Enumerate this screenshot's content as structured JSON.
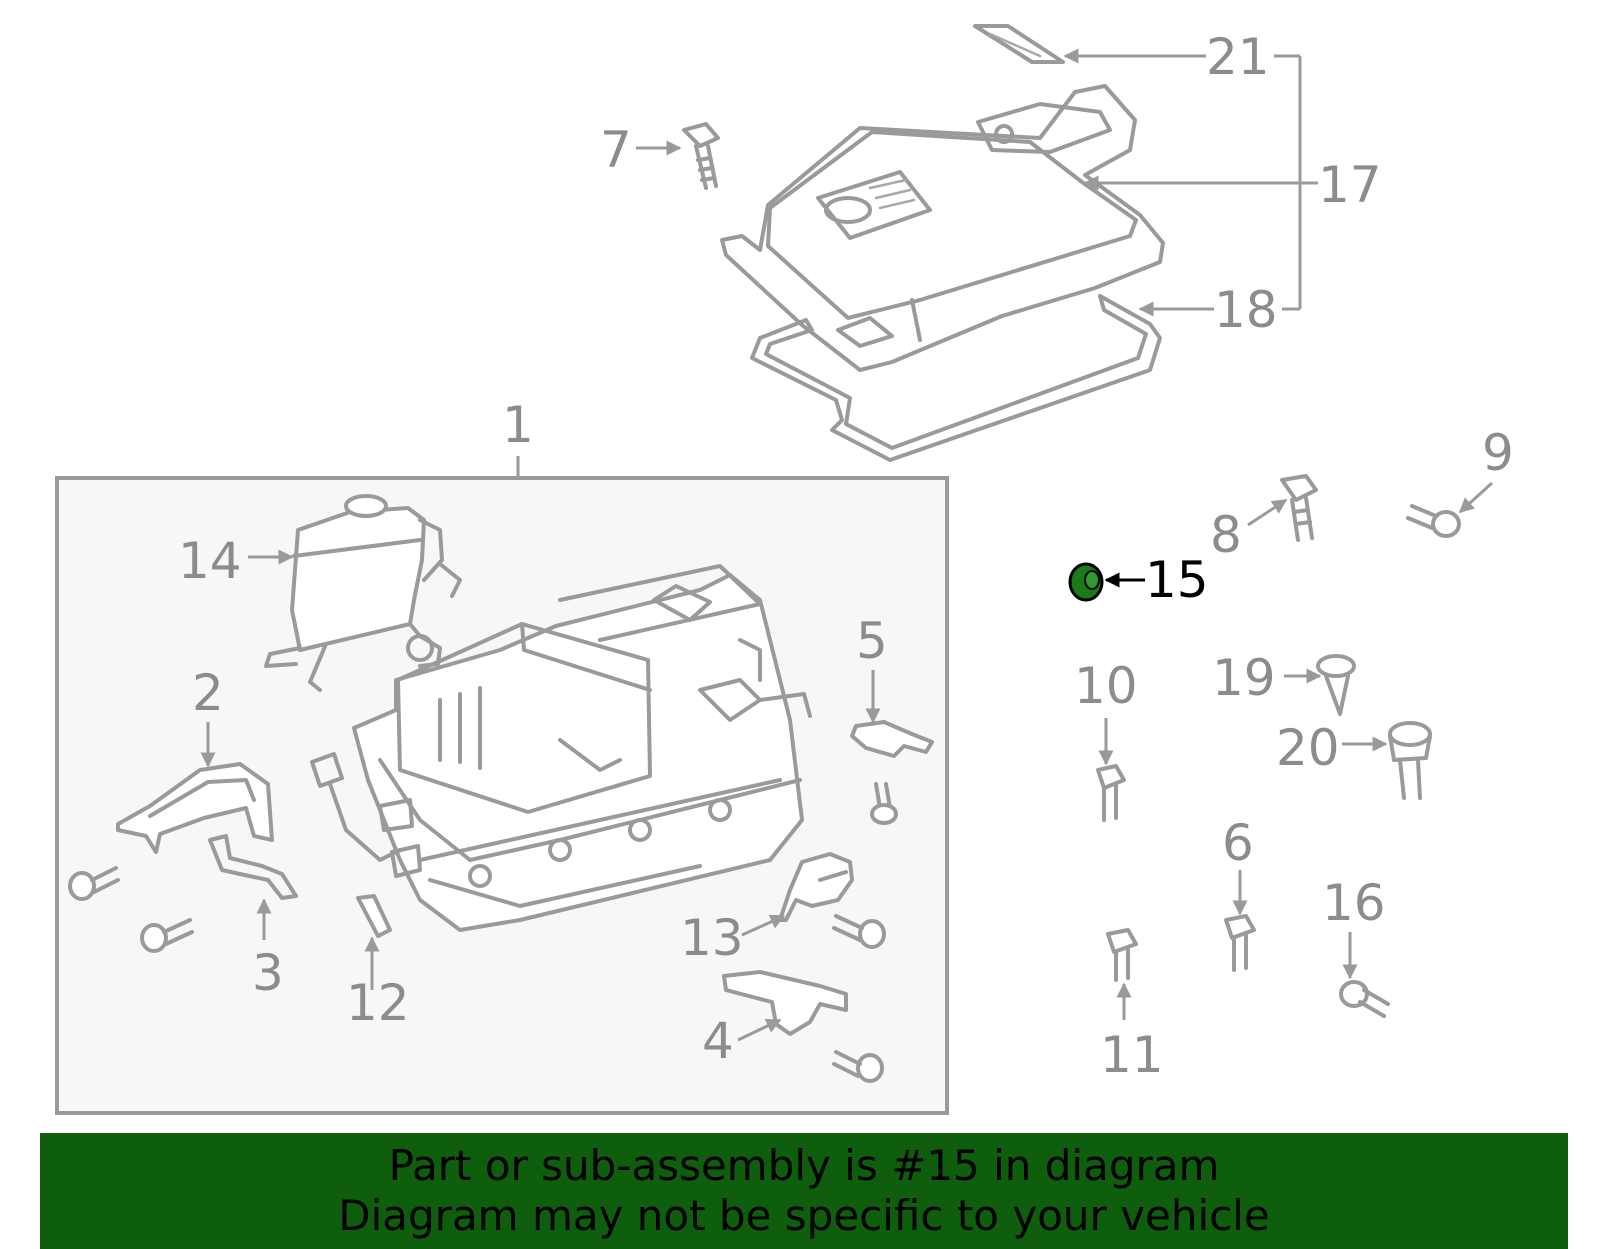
{
  "diagram": {
    "callouts": [
      "1",
      "2",
      "3",
      "4",
      "5",
      "6",
      "7",
      "8",
      "9",
      "10",
      "11",
      "12",
      "13",
      "14",
      "15",
      "16",
      "17",
      "18",
      "19",
      "20",
      "21"
    ],
    "highlighted_part": "15",
    "colors": {
      "line_art": "#9a9a9a",
      "label": "#8c8c8c",
      "highlight_label": "#000000",
      "highlight_part": "#1a7a1a",
      "banner_bg": "#0e5e0e",
      "box_bg": "#f7f7f7"
    }
  },
  "banner": {
    "line1": "Part or sub-assembly is #15 in diagram",
    "line2": "Diagram may not be specific to your vehicle"
  }
}
